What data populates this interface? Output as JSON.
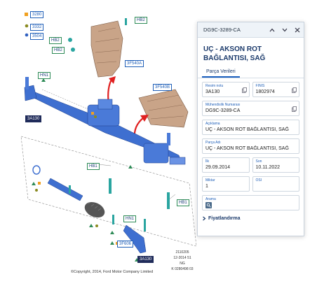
{
  "diagram": {
    "legend": [
      {
        "code": "3280",
        "marker": "orange-square"
      },
      {
        "code": "3332",
        "marker": "olive-dot"
      },
      {
        "code": "3504",
        "marker": "blue-dot"
      }
    ],
    "callouts": {
      "hb2_top": "HB2",
      "hb2_mid": "HB2",
      "hb2_low": "HB2",
      "label_3f540a": "3F540A",
      "label_3f540b": "3F540B",
      "hn1_top": "HN1",
      "label_3a130": "3A130",
      "hb1_left": "HB1",
      "hb1_right": "HB1",
      "hn1_bottom": "HN1",
      "label_3f606": "3F606",
      "label_3a130_bottom": "3A130"
    },
    "copyright": "©Copyright, 2014, Ford Motor Company Limited",
    "meta_lines": [
      "2110205",
      "12-2014 51",
      "NG",
      "K 0280498 03"
    ]
  },
  "panel": {
    "part_code": "DG9C-3289-CA",
    "title": "UÇ - AKSON ROT BAĞLANTISI, SAĞ",
    "tab_label": "Parça Verileri",
    "fields": {
      "drawing_no_label": "Resim notu",
      "drawing_no_value": "3A130",
      "finis_label": "FINIS",
      "finis_value": "1802974",
      "engineering_label": "Mühendislik Numarası",
      "engineering_value": "DG9C-3289-CA",
      "description_label": "Açıklama",
      "description_value": "UÇ - AKSON ROT BAĞLANTISI, SAĞ",
      "part_name_label": "Parça Adı",
      "part_name_value": "UÇ - AKSON ROT BAĞLANTISI, SAĞ",
      "first_label": "İlk",
      "first_value": "29.09.2014",
      "last_label": "Son",
      "last_value": "10.11.2022",
      "quantity_label": "Miktar",
      "quantity_value": "1",
      "osi_label": "OSI",
      "osi_value": "",
      "search_label": "Arama"
    },
    "pricing_label": "Fiyatlandırma"
  },
  "colors": {
    "brand_dark": "#1b3a6b",
    "accent": "#1b5fbf",
    "part_blue": "#3e6fd0",
    "bellows": "#c9a488"
  }
}
